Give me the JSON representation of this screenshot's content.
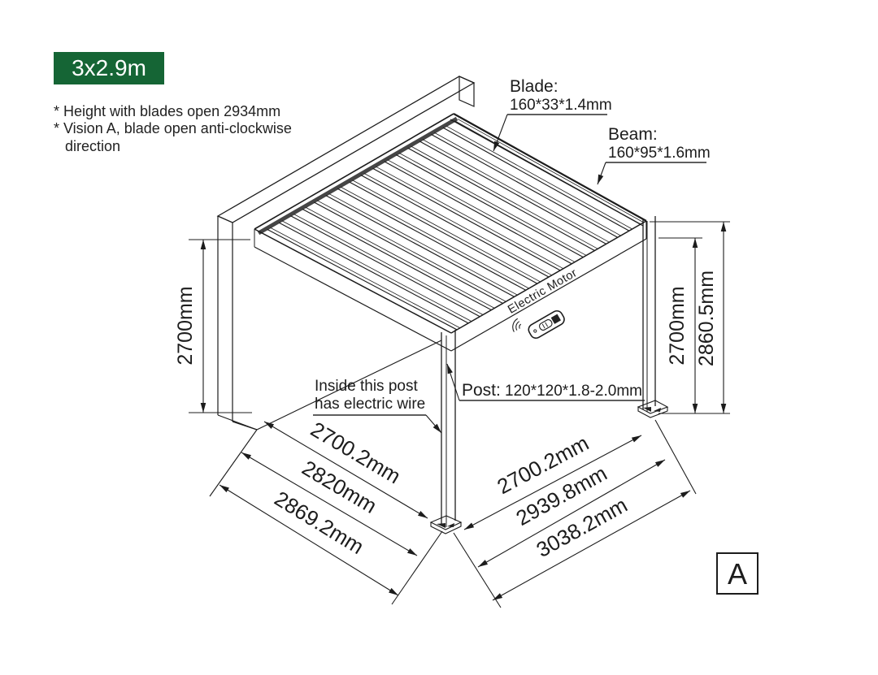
{
  "badge": {
    "label": "3x2.9m",
    "bg": "#156535",
    "text_color": "#ffffff"
  },
  "notes": {
    "line1": "* Height with blades open 2934mm",
    "line2": "* Vision A, blade open anti-clockwise",
    "line3": "direction"
  },
  "labels": {
    "blade_title": "Blade:",
    "blade_spec": "160*33*1.4mm",
    "beam_title": "Beam:",
    "beam_spec": "160*95*1.6mm",
    "post_title": "Post:",
    "post_spec": "120*120*1.8-2.0mm",
    "inside_line1": "Inside this post",
    "inside_line2": "has electric wire",
    "motor": "Electric Motor",
    "view_marker": "A"
  },
  "dimensions": {
    "wall_height": "2700mm",
    "right_inner": "2700mm",
    "right_outer": "2860.5mm",
    "left_group": [
      "2700.2mm",
      "2820mm",
      "2869.2mm"
    ],
    "right_group": [
      "2700.2mm",
      "2939.8mm",
      "3038.2mm"
    ]
  },
  "icons": {
    "remote": "remote-control-icon",
    "signal": "wireless-signal-icon"
  },
  "colors": {
    "line": "#1c1c1c",
    "accent_green": "#156535"
  }
}
